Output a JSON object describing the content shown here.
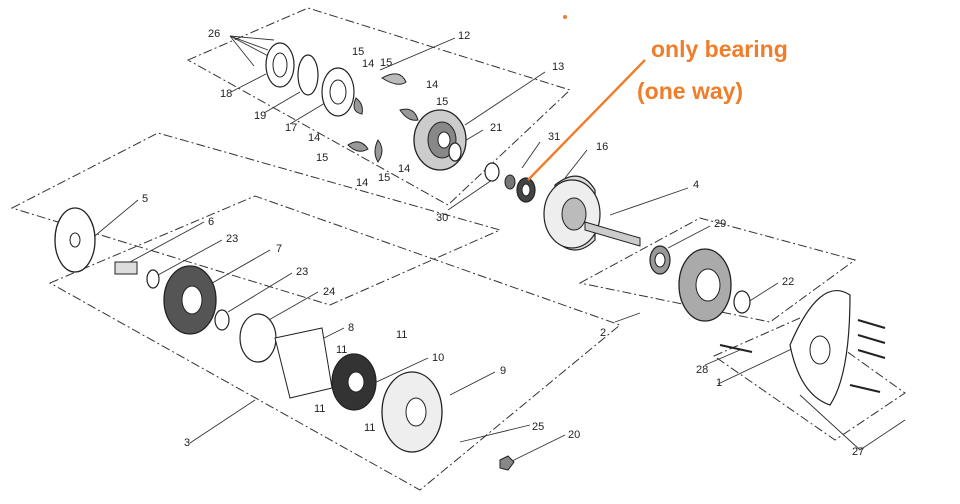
{
  "callout": {
    "line1": "only bearing",
    "line2": "(one way)",
    "color": "#f07d2a"
  },
  "part_numbers": {
    "n26": "26",
    "n12": "12",
    "n15a": "15",
    "n15b": "15",
    "n14a": "14",
    "n14b": "14",
    "n18": "18",
    "n19": "19",
    "n17": "17",
    "n15c": "15",
    "n13": "13",
    "n21": "21",
    "n14c": "14",
    "n15d": "15",
    "n14d": "14",
    "n15e": "15",
    "n14e": "14",
    "n31": "31",
    "n16": "16",
    "n30": "30",
    "n4": "4",
    "n5": "5",
    "n6": "6",
    "n23a": "23",
    "n7": "7",
    "n23b": "23",
    "n24": "24",
    "n8": "8",
    "n11a": "11",
    "n11b": "11",
    "n10": "10",
    "n29": "29",
    "n22": "22",
    "n2": "2",
    "n28": "28",
    "n1": "1",
    "n9": "9",
    "n11c": "11",
    "n11d": "11",
    "n25": "25",
    "n20": "20",
    "n3": "3",
    "n27": "27"
  }
}
